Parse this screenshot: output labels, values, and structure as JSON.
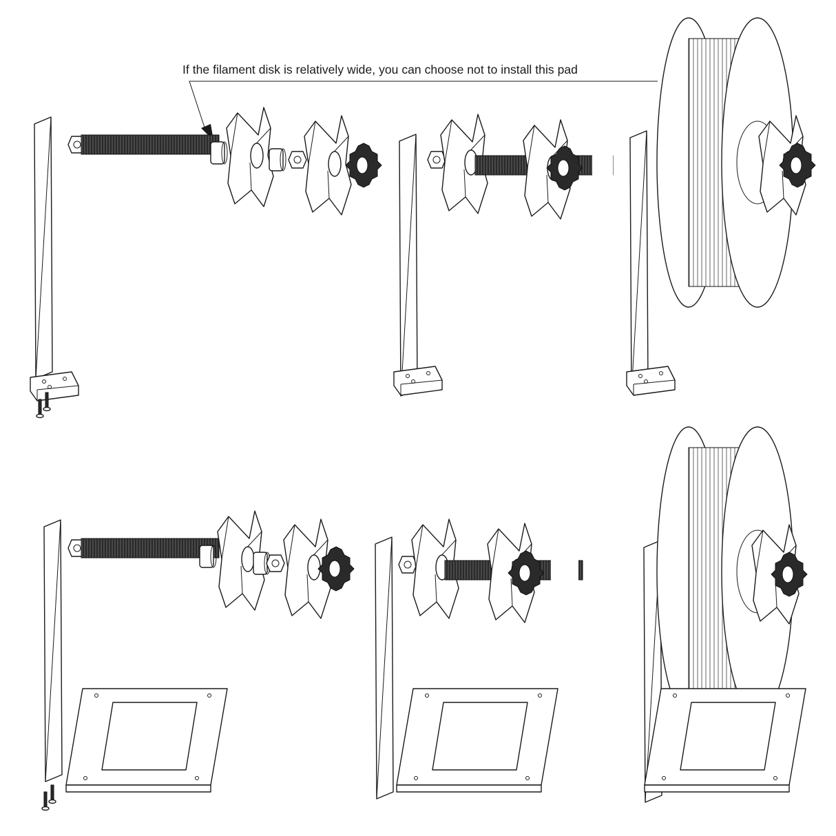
{
  "callout": {
    "text": "If the filament disk is relatively wide, you can choose not to install this pad"
  },
  "panels": {
    "top": [
      {
        "name": "exploded-small-base"
      },
      {
        "name": "assembled-small-base"
      },
      {
        "name": "with-spool-small-base"
      }
    ],
    "bottom": [
      {
        "name": "exploded-large-base"
      },
      {
        "name": "assembled-large-base"
      },
      {
        "name": "with-spool-large-base"
      }
    ]
  },
  "colors": {
    "line": "#1a1a1a",
    "background": "#ffffff",
    "thread": "#2a2a2a"
  }
}
